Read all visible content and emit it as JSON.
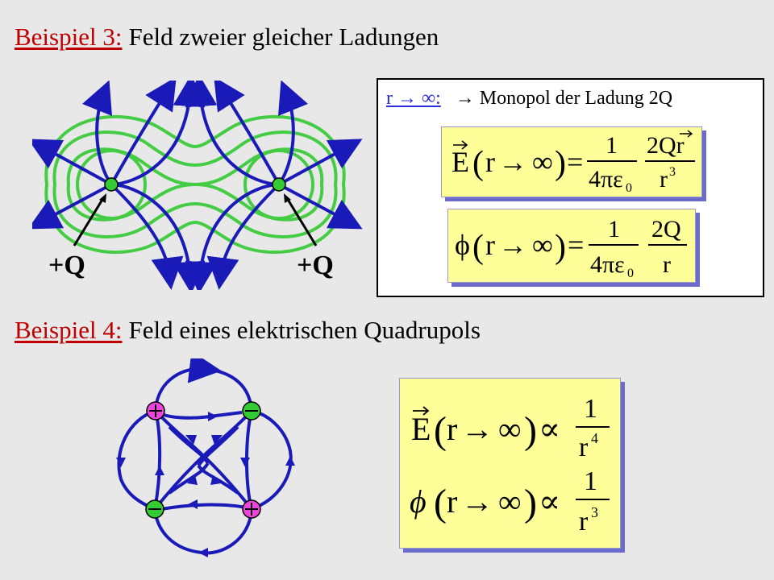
{
  "example3": {
    "label": "Beispiel 3:",
    "text": "Feld zweier gleicher Ladungen",
    "charge_left": "+Q",
    "charge_right": "+Q",
    "box_condition": "r → ∞:",
    "box_text": "→ Monopol der Ladung 2Q"
  },
  "example4": {
    "label": "Beispiel 4:",
    "text": "Feld eines elektrischen Quadrupols"
  },
  "colors": {
    "label_red": "#c00000",
    "field_line_blue": "#1a1ab8",
    "equipotential_green": "#44cc44",
    "charge_green": "#33cc33",
    "charge_pink": "#ee44dd",
    "formula_bg": "#ffff99"
  }
}
